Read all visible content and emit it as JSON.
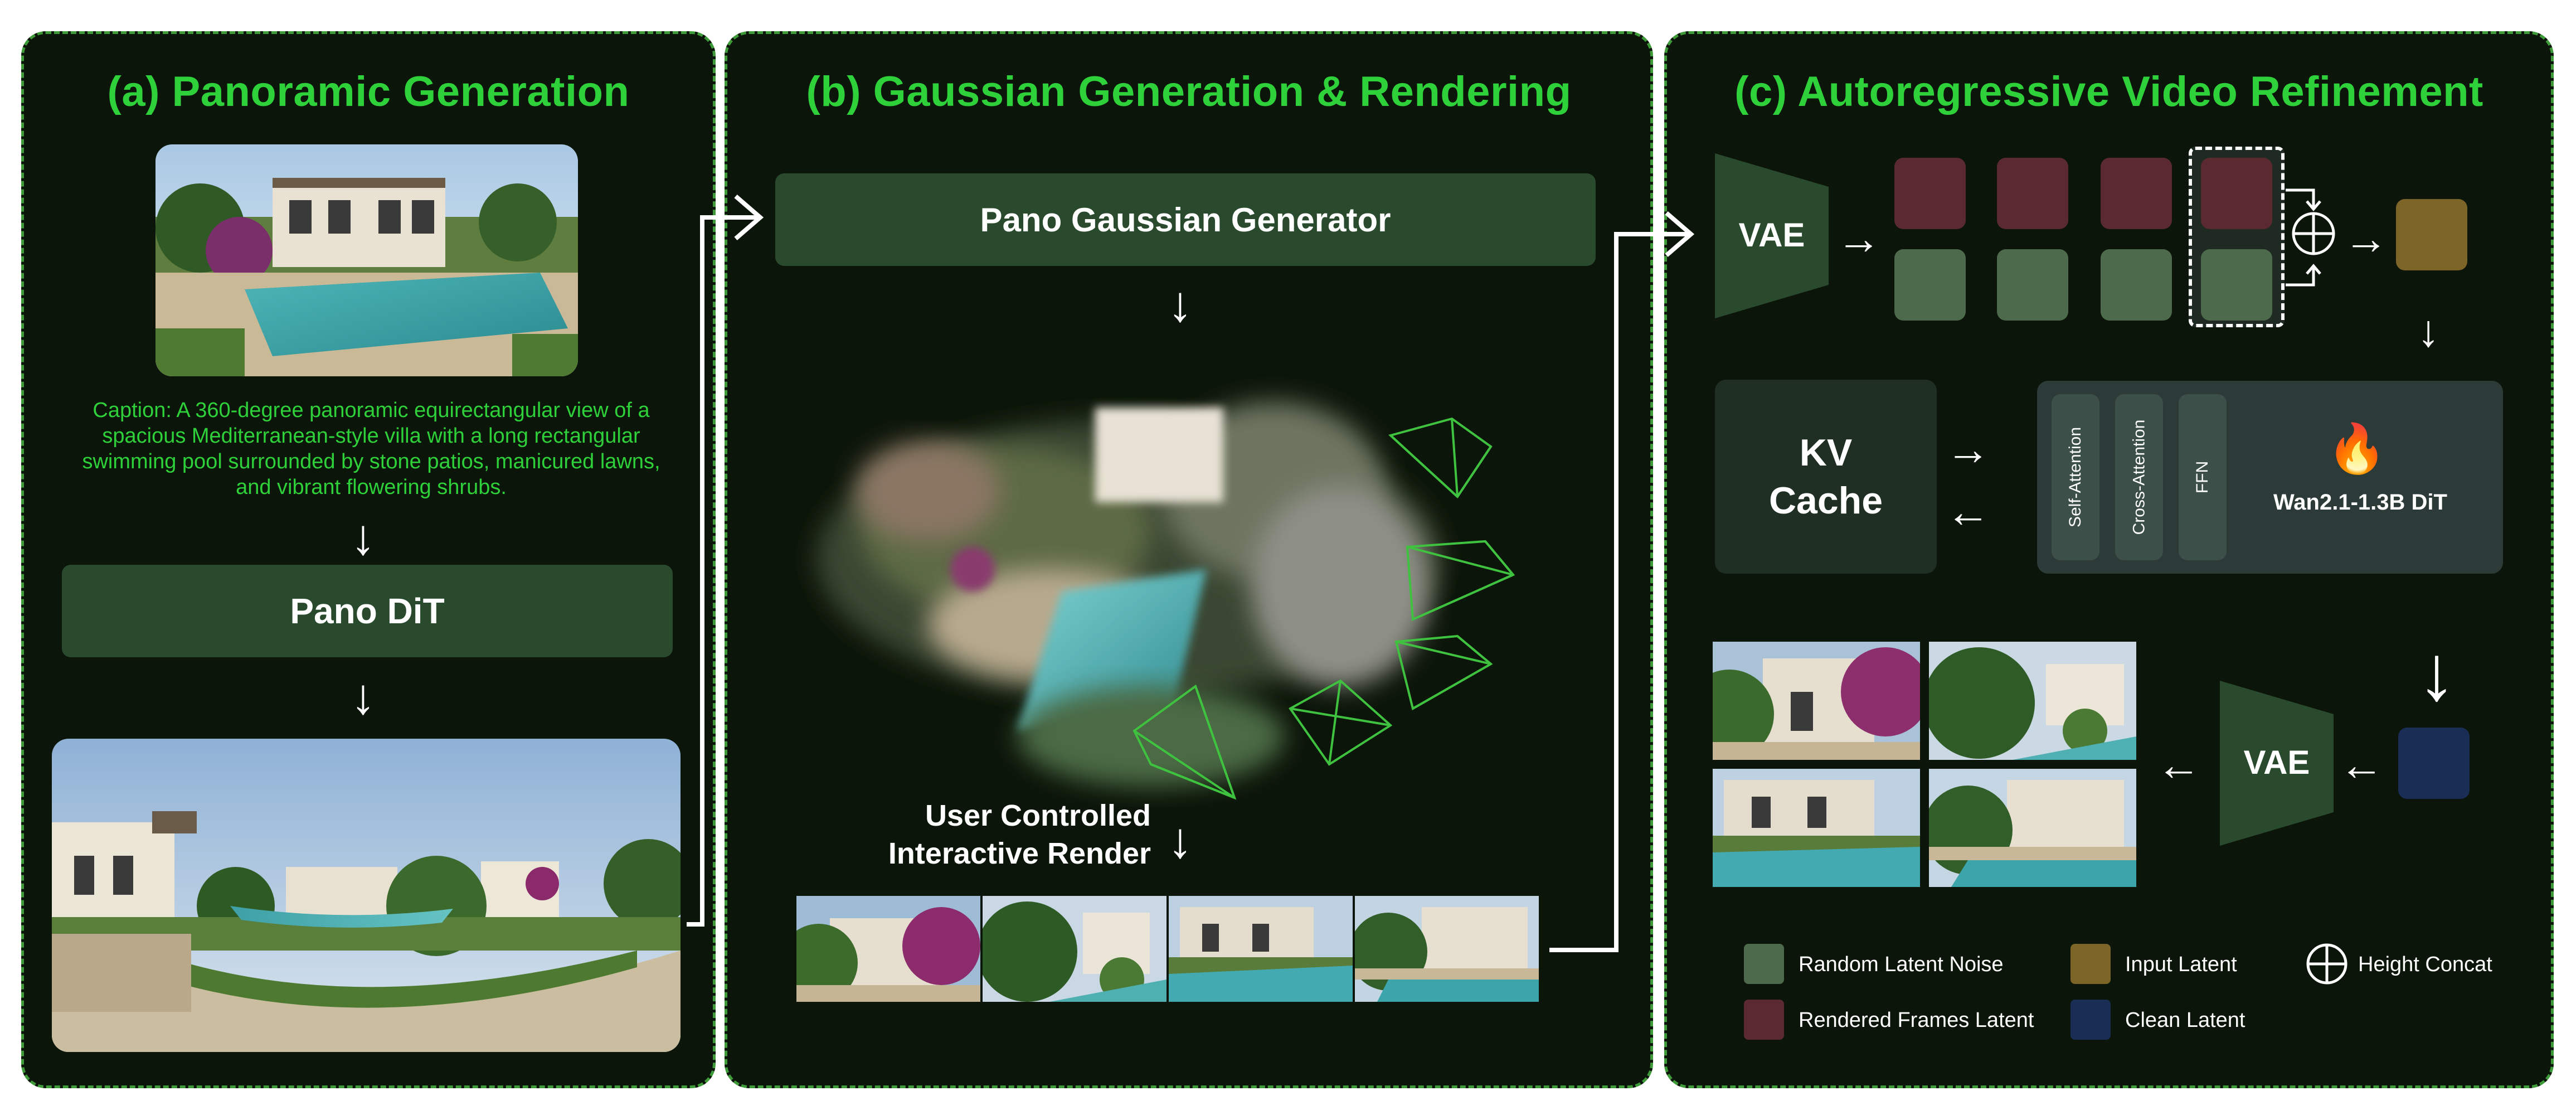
{
  "panels": {
    "a": {
      "title": "(a) Panoramic Generation",
      "caption": "Caption: A 360-degree panoramic equirectangular view of a spacious Mediterranean-style villa with a long rectangular swimming pool surrounded by stone patios, manicured lawns, and vibrant flowering shrubs.",
      "dit_label": "Pano DiT"
    },
    "b": {
      "title": "(b) Gaussian Generation & Rendering",
      "generator_label": "Pano Gaussian Generator",
      "render_label_line1": "User Controlled",
      "render_label_line2": "Interactive Render"
    },
    "c": {
      "title": "(c) Autoregressive Video Refinement",
      "vae_label": "VAE",
      "kv_line1": "KV",
      "kv_line2": "Cache",
      "self_attention": "Self-Attention",
      "cross_attention": "Cross-Attention",
      "ffn": "FFN",
      "dit_name": "Wan2.1-1.3B DiT",
      "fire_icon": "🔥"
    }
  },
  "legend": {
    "random_noise": "Random Latent Noise",
    "rendered_latent": "Rendered Frames Latent",
    "input_latent": "Input Latent",
    "clean_latent": "Clean Latent",
    "height_concat": "Height Concat"
  },
  "colors": {
    "panel_bg": "#0c1509",
    "panel_border": "#3f9a3a",
    "title_green": "#2ed13a",
    "block_green": "#2a4a2e",
    "rendered_latent": "#5b2a31",
    "random_noise": "#4d6a4c",
    "input_latent": "#7d6528",
    "clean_latent": "#1a2d55",
    "camera_green": "#3fc23f"
  },
  "icons": {
    "fire": "fire-icon",
    "concat": "circle-plus-icon",
    "arrow": "arrow-icon",
    "camera": "camera-frustum-icon"
  }
}
